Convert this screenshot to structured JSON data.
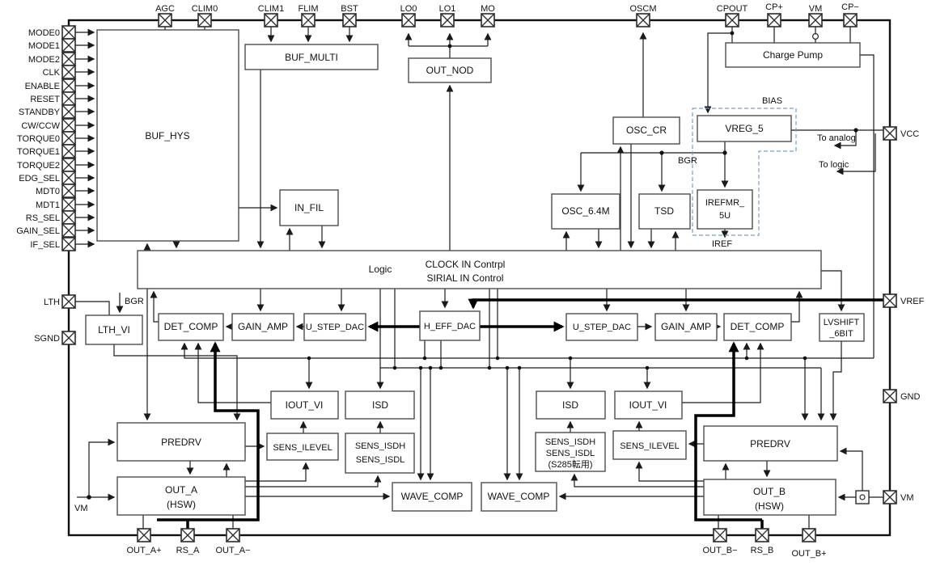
{
  "pins": {
    "left": [
      "MODE0",
      "MODE1",
      "MODE2",
      "CLK",
      "ENABLE",
      "RESET",
      "STANDBY",
      "CW/CCW",
      "TORQUE0",
      "TORQUE1",
      "TORQUE2",
      "EDG_SEL",
      "MDT0",
      "MDT1",
      "RS_SEL",
      "GAIN_SEL",
      "IF_SEL"
    ],
    "left_lower": [
      "LTH",
      "SGND"
    ],
    "top": [
      "AGC",
      "CLIM0",
      "CLIM1",
      "FLIM",
      "BST",
      "LO0",
      "LO1",
      "MO",
      "OSCM",
      "CPOUT",
      "CP+",
      "VM",
      "CP−"
    ],
    "right": [
      "VCC",
      "VREF",
      "GND",
      "VM"
    ],
    "bottom": [
      "OUT_A+",
      "RS_A",
      "OUT_A−",
      "OUT_B−",
      "RS_B",
      "OUT_B+"
    ]
  },
  "blocks": {
    "buf_hys": "BUF_HYS",
    "buf_multi": "BUF_MULTI",
    "out_nod": "OUT_NOD",
    "in_fil": "IN_FIL",
    "charge_pump": "Charge Pump",
    "osc_cr": "OSC_CR",
    "vreg_5": "VREG_5",
    "osc_6_4m": "OSC_6.4M",
    "tsd": "TSD",
    "irefmr_l1": "IREFMR_",
    "irefmr_l2": "5U",
    "logic": "Logic",
    "logic_l1": "CLOCK IN Contrpl",
    "logic_l2": "SIRIAL IN Control",
    "lth_vi": "LTH_VI",
    "det_comp_l": "DET_COMP",
    "gain_amp_l": "GAIN_AMP",
    "u_step_dac_l": "U_STEP_DAC",
    "h_eff_dac": "H_EFF_DAC",
    "u_step_dac_r": "U_STEP_DAC",
    "gain_amp_r": "GAIN_AMP",
    "det_comp_r": "DET_COMP",
    "lvshift_l1": "LVSHIFT",
    "lvshift_l2": "_6BIT",
    "iout_vi_l": "IOUT_VI",
    "isd_l": "ISD",
    "sens_ilevel_l": "SENS_ILEVEL",
    "sens_isd_l_l1": "SENS_ISDH",
    "sens_isd_l_l2": "SENS_ISDL",
    "wave_comp_l": "WAVE_COMP",
    "wave_comp_c": "WAVE_COMP",
    "isd_r": "ISD",
    "sens_isd_r_l1": "SENS_ISDH",
    "sens_isd_r_l2": "SENS_ISDL",
    "sens_isd_r_l3": "(S285転用)",
    "iout_vi_r": "IOUT_VI",
    "sens_ilevel_r": "SENS_ILEVEL",
    "predrv_l": "PREDRV",
    "out_a_l1": "OUT_A",
    "out_a_l2": "(HSW)",
    "predrv_r": "PREDRV",
    "out_b_l1": "OUT_B",
    "out_b_l2": "(HSW)"
  },
  "labels": {
    "bias": "BIAS",
    "bgr_left": "BGR",
    "bgr_right": "BGR",
    "iref": "IREF",
    "to_analog": "To analog",
    "to_logic": "To logic",
    "vm_left": "VM"
  }
}
